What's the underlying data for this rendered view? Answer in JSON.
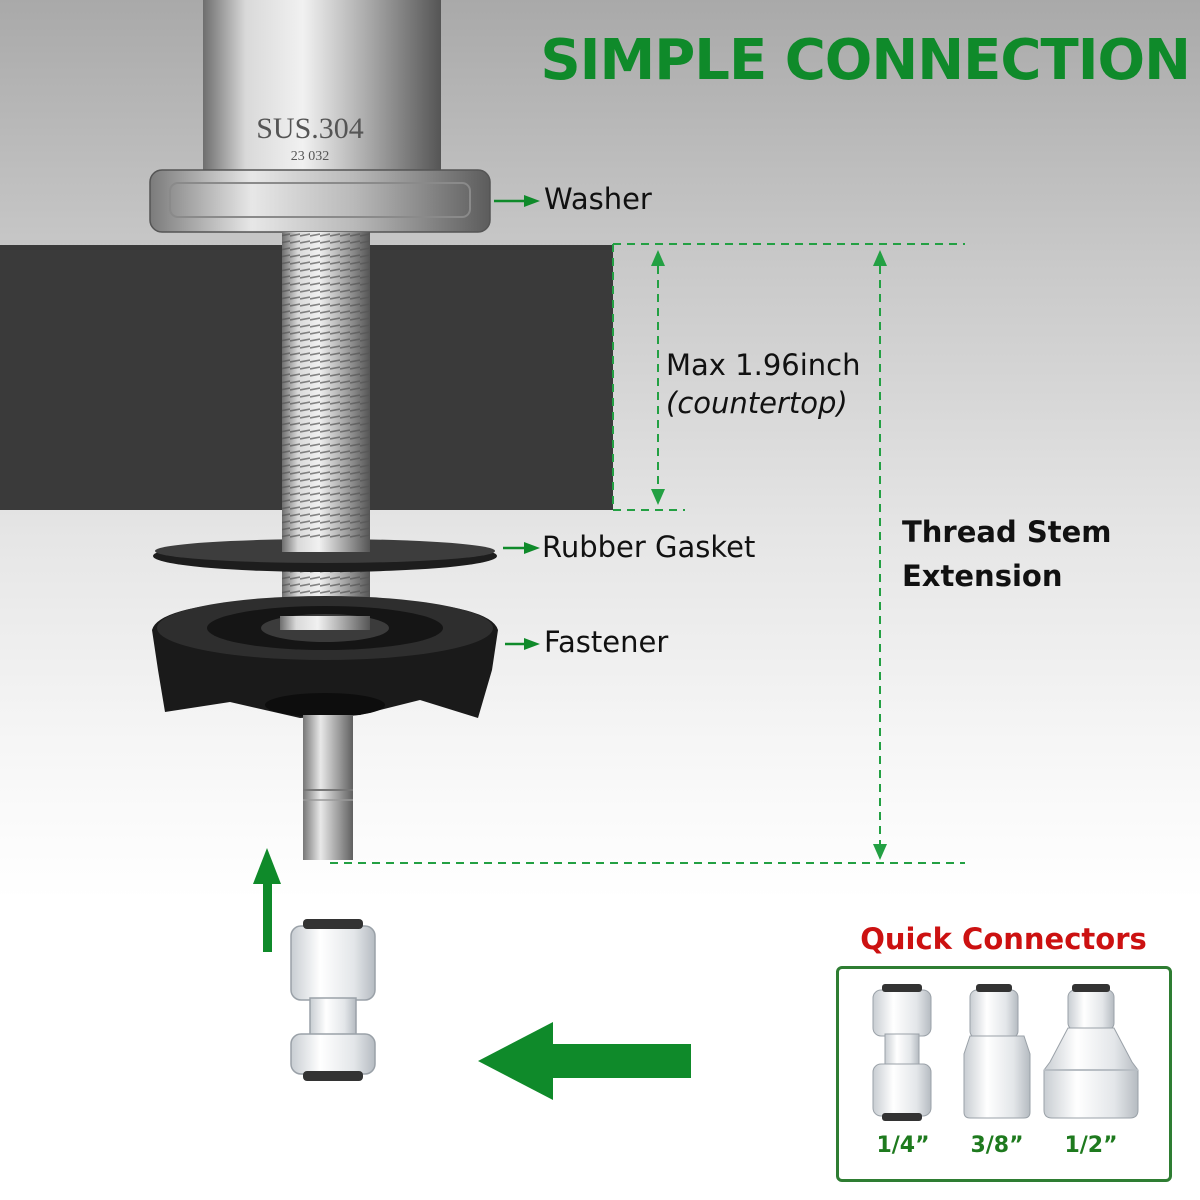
{
  "title": "SIMPLE CONNECTION",
  "stem_engraving": {
    "line1": "SUS.304",
    "line2": "23 032"
  },
  "parts": {
    "washer": "Washer",
    "rubber_gasket": "Rubber Gasket",
    "fastener": "Fastener"
  },
  "countertop_dimension": {
    "value": "Max 1.96inch",
    "note": "(countertop)"
  },
  "thread_stem": {
    "line1": "Thread Stem",
    "line2": "Extension"
  },
  "quick_connectors": {
    "title": "Quick Connectors",
    "sizes": [
      "1/4”",
      "3/8”",
      "1/2”"
    ]
  },
  "colors": {
    "accent_green": "#0f8a2a",
    "dimension_green": "#23a043",
    "connector_title_red": "#cc1111",
    "countertop": "#3a3a3a"
  }
}
